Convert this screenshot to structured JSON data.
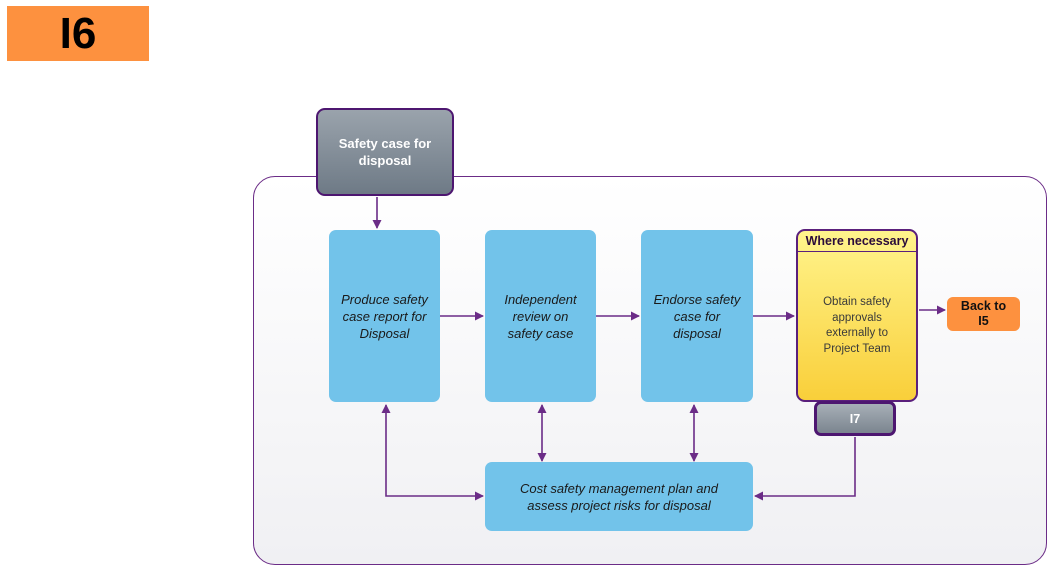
{
  "badge": {
    "label": "I6"
  },
  "input": {
    "label": "Safety case for disposal"
  },
  "steps": [
    {
      "label": "Produce safety case report for Disposal"
    },
    {
      "label": "Independent review on safety case"
    },
    {
      "label": "Endorse safety case for disposal"
    }
  ],
  "conditional": {
    "header": "Where necessary",
    "body": "Obtain safety approvals externally to Project Team"
  },
  "link_i7": {
    "label": "I7"
  },
  "back_link": {
    "label": "Back to I5"
  },
  "bottom_step": {
    "label": "Cost safety management plan and assess project risks for disposal"
  },
  "colors": {
    "accent_orange": "#fd913f",
    "step_blue": "#72c3ea",
    "arrow_purple": "#6b2c87",
    "yellow": "#fbd94a"
  }
}
